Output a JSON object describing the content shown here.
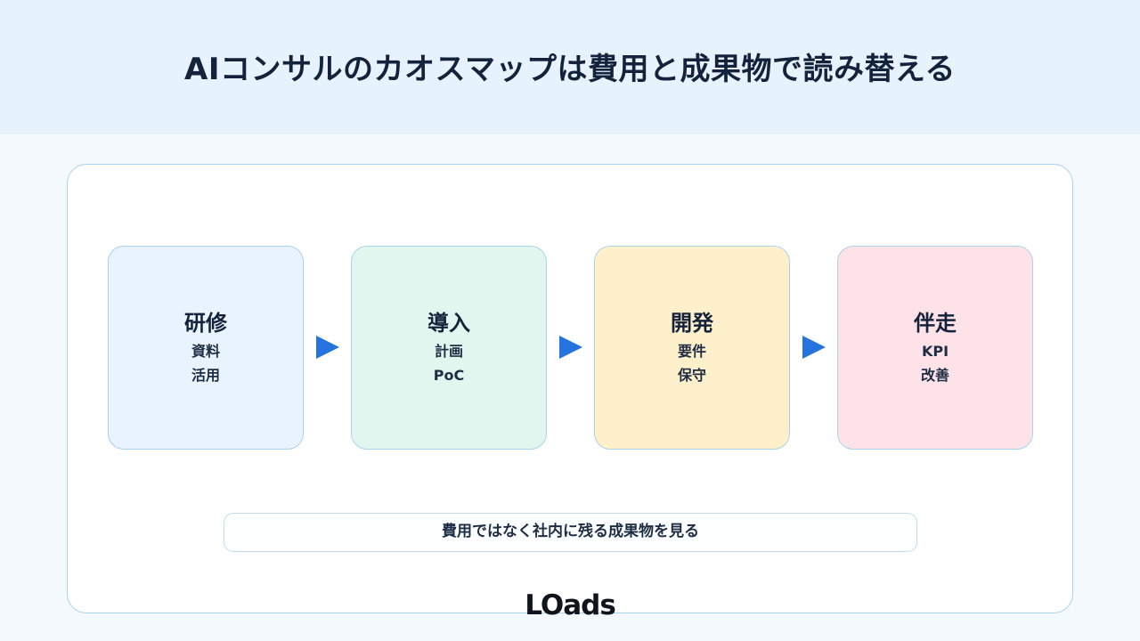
{
  "title": "AIコンサルのカオスマップは費用と成果物で読み替える",
  "steps": [
    {
      "title": "研修",
      "lines": [
        "資料",
        "活用"
      ],
      "color": "#e9f3fd",
      "border": "#a9d3ea"
    },
    {
      "title": "導入",
      "lines": [
        "計画",
        "PoC"
      ],
      "color": "#e1f6ef",
      "border": "#a9d3ea"
    },
    {
      "title": "開発",
      "lines": [
        "要件",
        "保守"
      ],
      "color": "#fef0cb",
      "border": "#a9d3ea"
    },
    {
      "title": "伴走",
      "lines": [
        "KPI",
        "改善"
      ],
      "color": "#fde3e8",
      "border": "#a9d3ea"
    }
  ],
  "arrow_color": "#2573de",
  "note": "費用ではなく社内に残る成果物を見る",
  "logo": "LOads"
}
